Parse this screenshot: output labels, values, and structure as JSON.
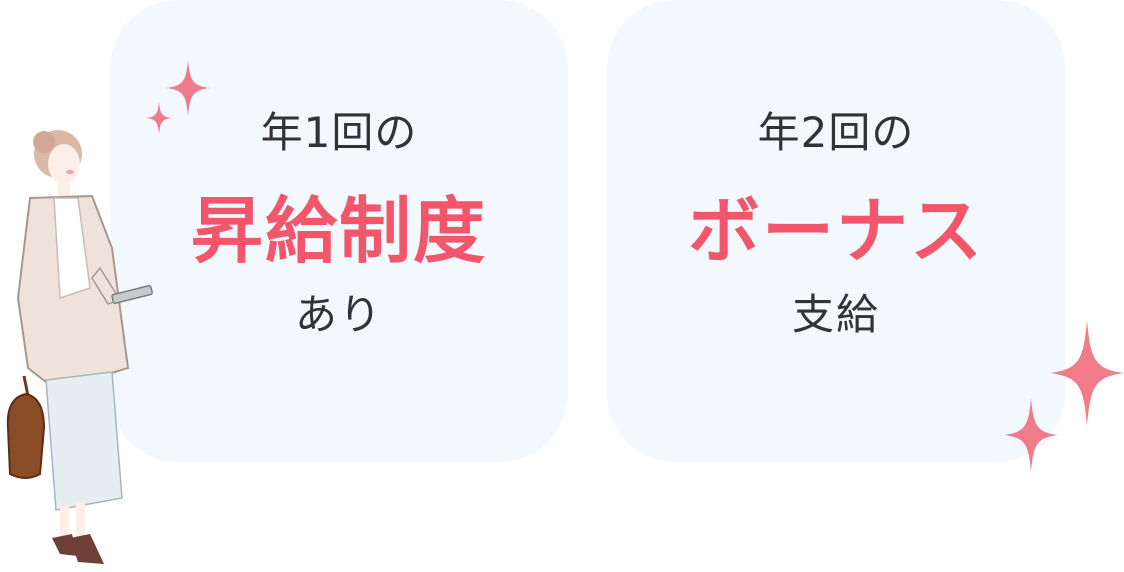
{
  "cards": [
    {
      "top": "年1回の",
      "main": "昇給制度",
      "bottom": "あり"
    },
    {
      "top": "年2回の",
      "main": "ボーナス",
      "bottom": "支給"
    }
  ],
  "colors": {
    "accent": "#f2566a",
    "card_bg": "#f3f8fd",
    "text": "#333333",
    "sparkle": "#f27b8a"
  },
  "icons": [
    "sparkle-icon",
    "woman-illustration"
  ]
}
